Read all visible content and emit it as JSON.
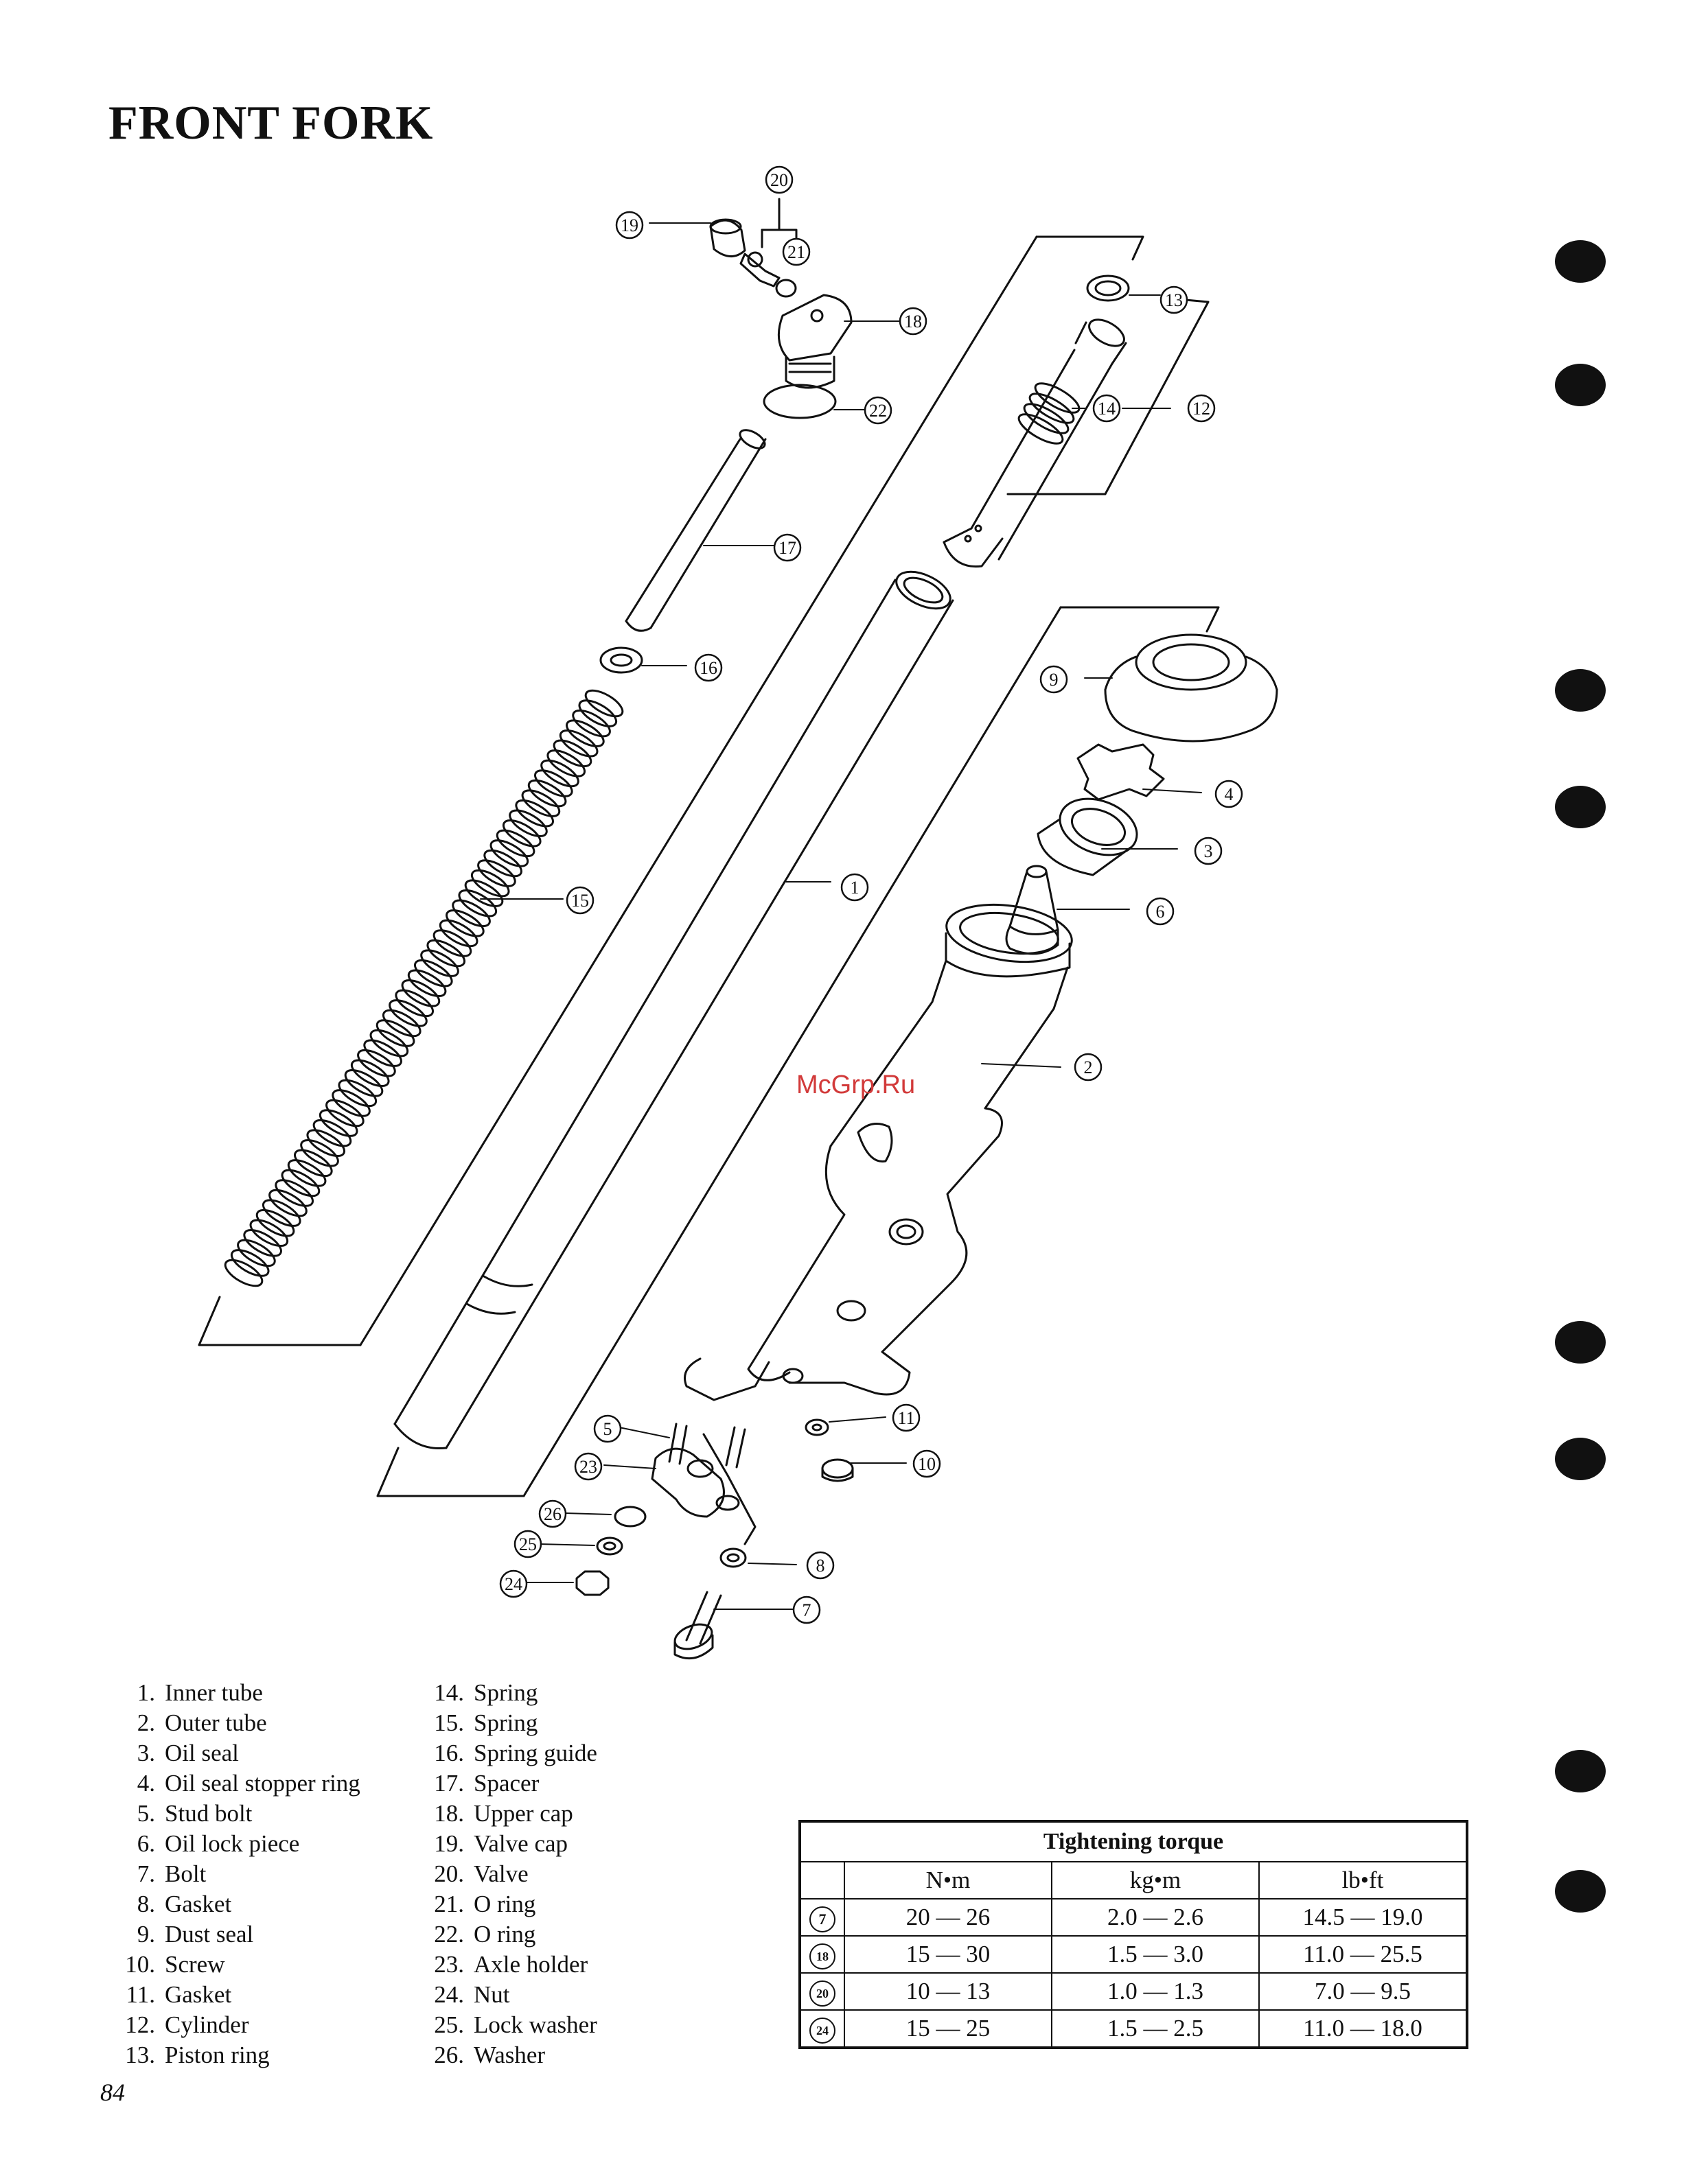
{
  "title": "FRONT FORK",
  "watermark": "McGrp.Ru",
  "page_number": "84",
  "callouts": [
    "1",
    "2",
    "3",
    "4",
    "5",
    "6",
    "7",
    "8",
    "9",
    "10",
    "11",
    "12",
    "13",
    "14",
    "15",
    "16",
    "17",
    "18",
    "19",
    "20",
    "21",
    "22",
    "23",
    "24",
    "25",
    "26"
  ],
  "legend": [
    {
      "num": "1.",
      "label": "Inner tube"
    },
    {
      "num": "2.",
      "label": "Outer tube"
    },
    {
      "num": "3.",
      "label": "Oil seal"
    },
    {
      "num": "4.",
      "label": "Oil seal stopper ring"
    },
    {
      "num": "5.",
      "label": "Stud bolt"
    },
    {
      "num": "6.",
      "label": "Oil lock piece"
    },
    {
      "num": "7.",
      "label": "Bolt"
    },
    {
      "num": "8.",
      "label": "Gasket"
    },
    {
      "num": "9.",
      "label": "Dust seal"
    },
    {
      "num": "10.",
      "label": "Screw"
    },
    {
      "num": "11.",
      "label": "Gasket"
    },
    {
      "num": "12.",
      "label": "Cylinder"
    },
    {
      "num": "13.",
      "label": "Piston ring"
    },
    {
      "num": "14.",
      "label": "Spring"
    },
    {
      "num": "15.",
      "label": "Spring"
    },
    {
      "num": "16.",
      "label": "Spring guide"
    },
    {
      "num": "17.",
      "label": "Spacer"
    },
    {
      "num": "18.",
      "label": "Upper cap"
    },
    {
      "num": "19.",
      "label": "Valve cap"
    },
    {
      "num": "20.",
      "label": "Valve"
    },
    {
      "num": "21.",
      "label": "O ring"
    },
    {
      "num": "22.",
      "label": "O ring"
    },
    {
      "num": "23.",
      "label": "Axle holder"
    },
    {
      "num": "24.",
      "label": "Nut"
    },
    {
      "num": "25.",
      "label": "Lock washer"
    },
    {
      "num": "26.",
      "label": "Washer"
    }
  ],
  "torque_table": {
    "caption": "Tightening torque",
    "headers": [
      "N•m",
      "kg•m",
      "lb•ft"
    ],
    "rows": [
      {
        "ref": "7",
        "nm": "20 — 26",
        "kgm": "2.0 — 2.6",
        "lbft": "14.5 — 19.0"
      },
      {
        "ref": "18",
        "nm": "15 — 30",
        "kgm": "1.5 — 3.0",
        "lbft": "11.0 — 25.5"
      },
      {
        "ref": "20",
        "nm": "10 — 13",
        "kgm": "1.0 — 1.3",
        "lbft": "7.0 — 9.5"
      },
      {
        "ref": "24",
        "nm": "15 — 25",
        "kgm": "1.5 — 2.5",
        "lbft": "11.0 — 18.0"
      }
    ]
  }
}
